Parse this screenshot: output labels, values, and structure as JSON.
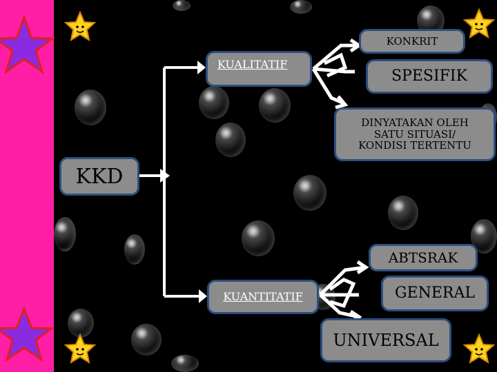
{
  "nodes": {
    "kkd": "KKD",
    "kualitatif": "KUALITATIF",
    "kuantitatif": "KUANTITATIF",
    "konkrit": "KONKRIT",
    "spesifik": "SPESIFIK",
    "dinyatakan": "DINYATAKAN OLEH SATU SITUASI/ KONDISI TERTENTU",
    "abstrak": "ABTSRAK",
    "general": "GENERAL",
    "universal": "UNIVERSAL"
  },
  "colors": {
    "sidebar": "#ff1fa6",
    "background": "#000000",
    "node_fill": "#8c8c8c",
    "node_border": "#2d4e7e",
    "arrow": "#ffffff",
    "star_purple": "#8a2be2",
    "star_red": "#e0201e",
    "star_yellow": "#ffd21f"
  },
  "icons": [
    "star-icon",
    "smiley-star-icon"
  ]
}
